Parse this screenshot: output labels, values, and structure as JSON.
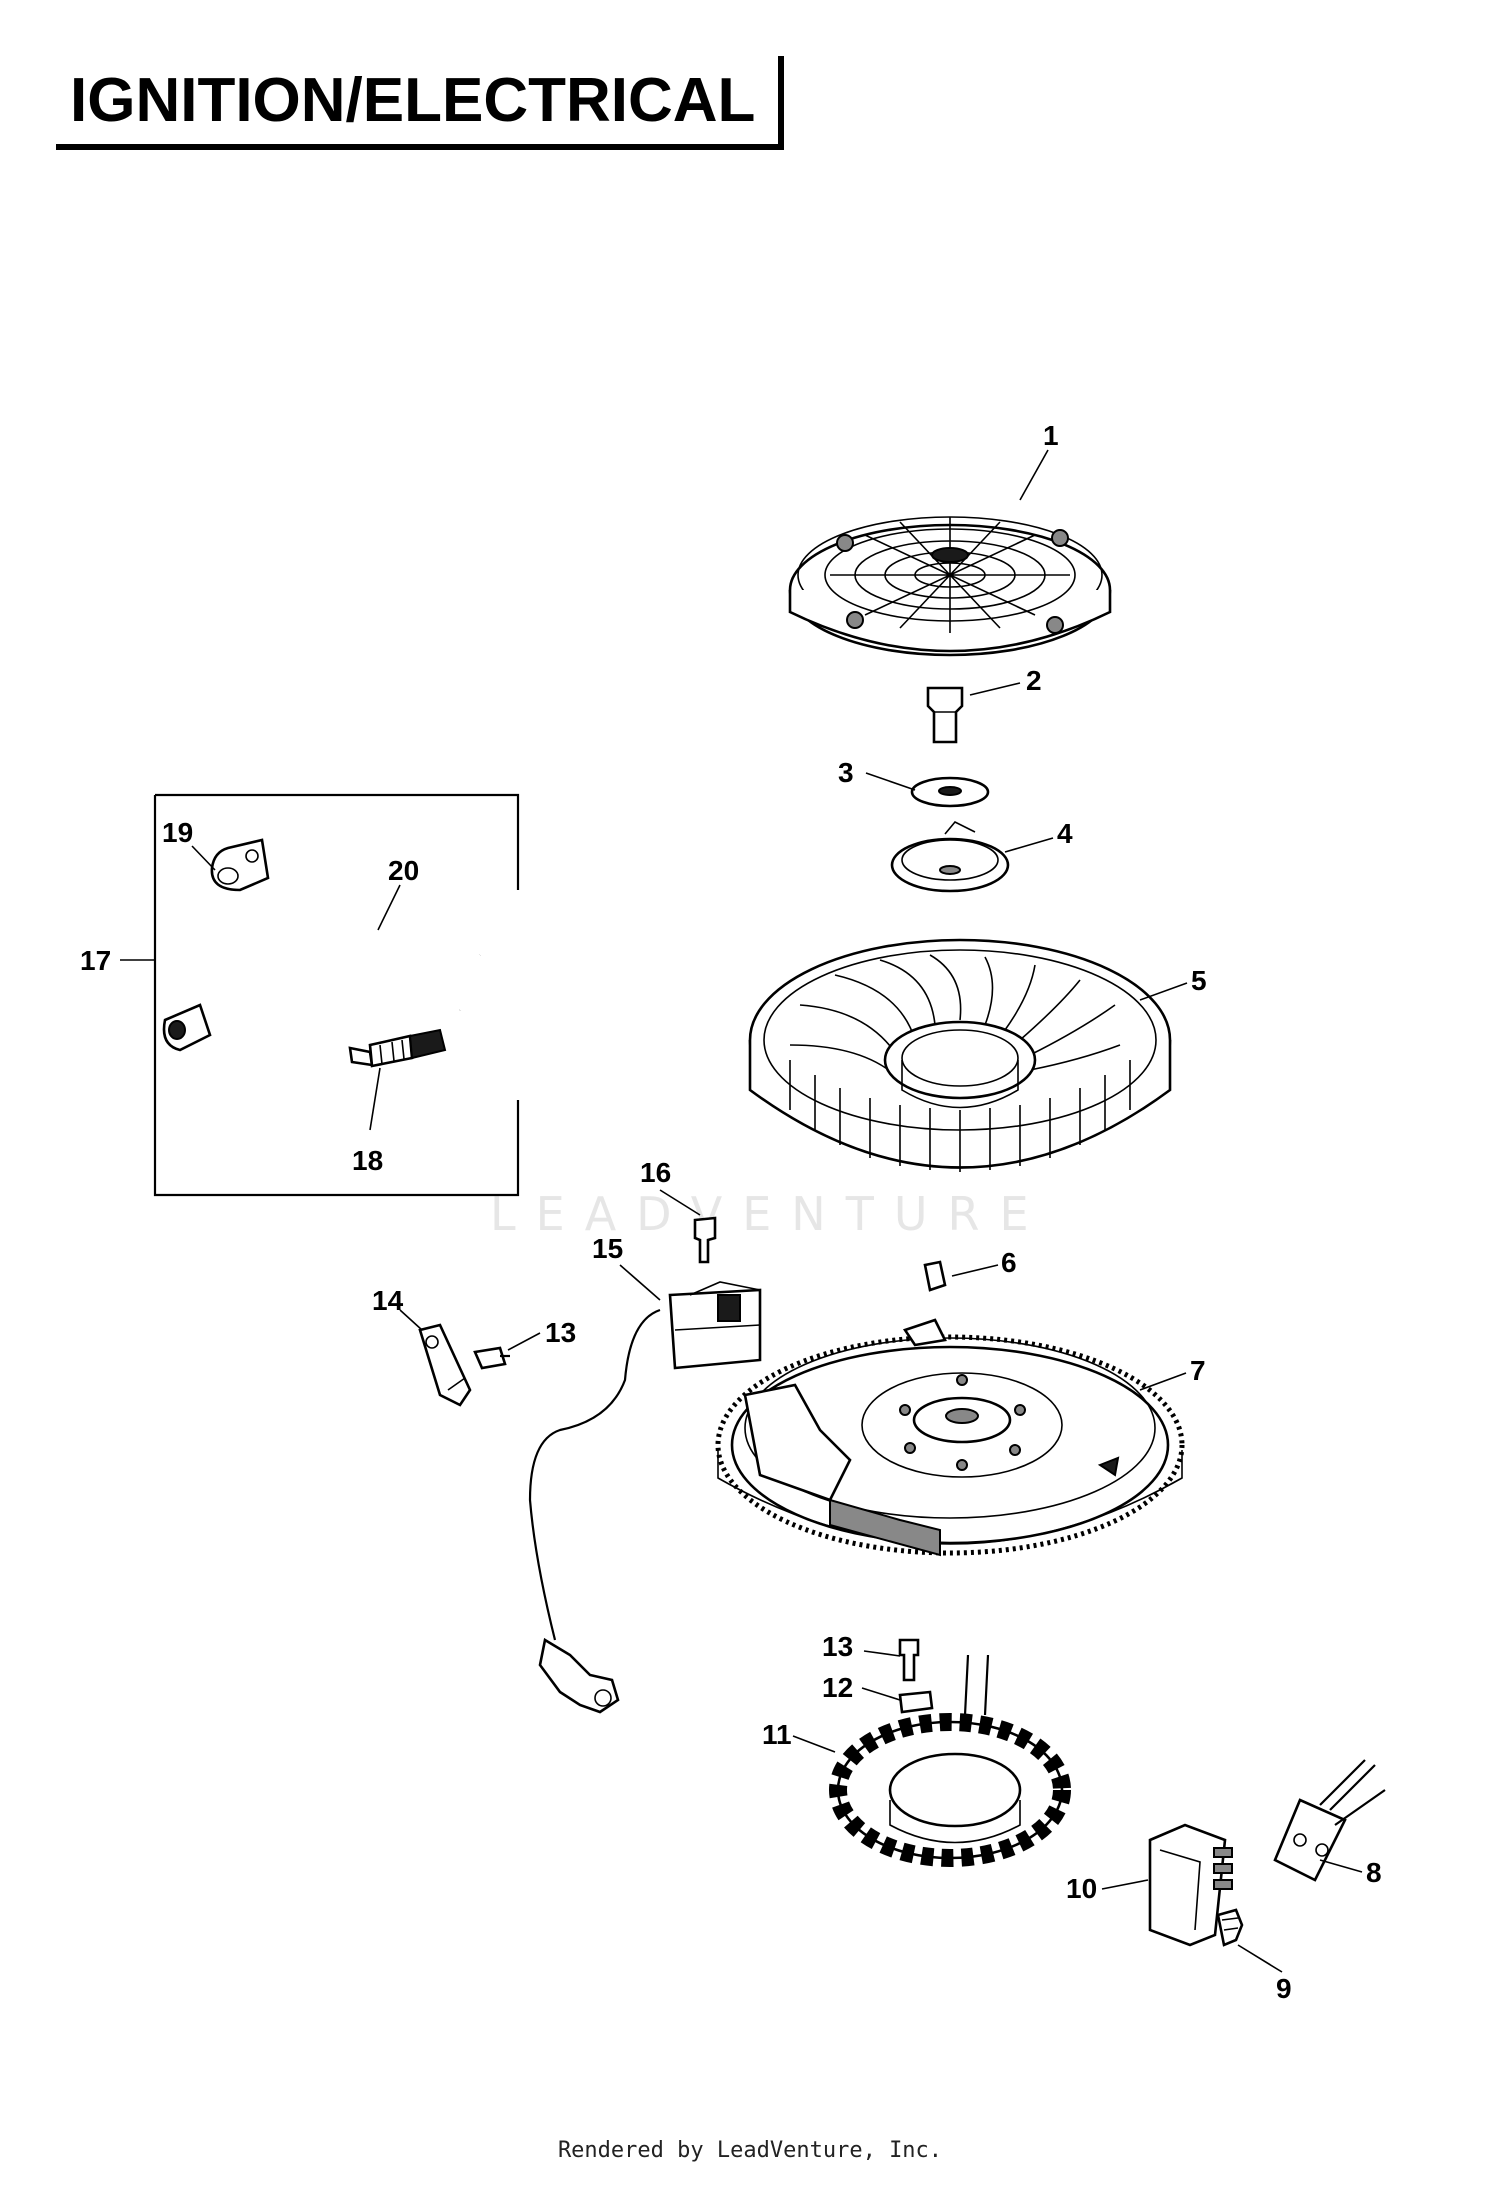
{
  "title": "IGNITION/ELECTRICAL",
  "footer": "Rendered by LeadVenture, Inc.",
  "watermark": "LEADVENTURE",
  "callouts": {
    "c1": "1",
    "c2": "2",
    "c3": "3",
    "c4": "4",
    "c5": "5",
    "c6": "6",
    "c7": "7",
    "c8": "8",
    "c9": "9",
    "c10": "10",
    "c11": "11",
    "c12": "12",
    "c13a": "13",
    "c13b": "13",
    "c14": "14",
    "c15": "15",
    "c16": "16",
    "c17": "17",
    "c18": "18",
    "c19": "19",
    "c20": "20"
  }
}
